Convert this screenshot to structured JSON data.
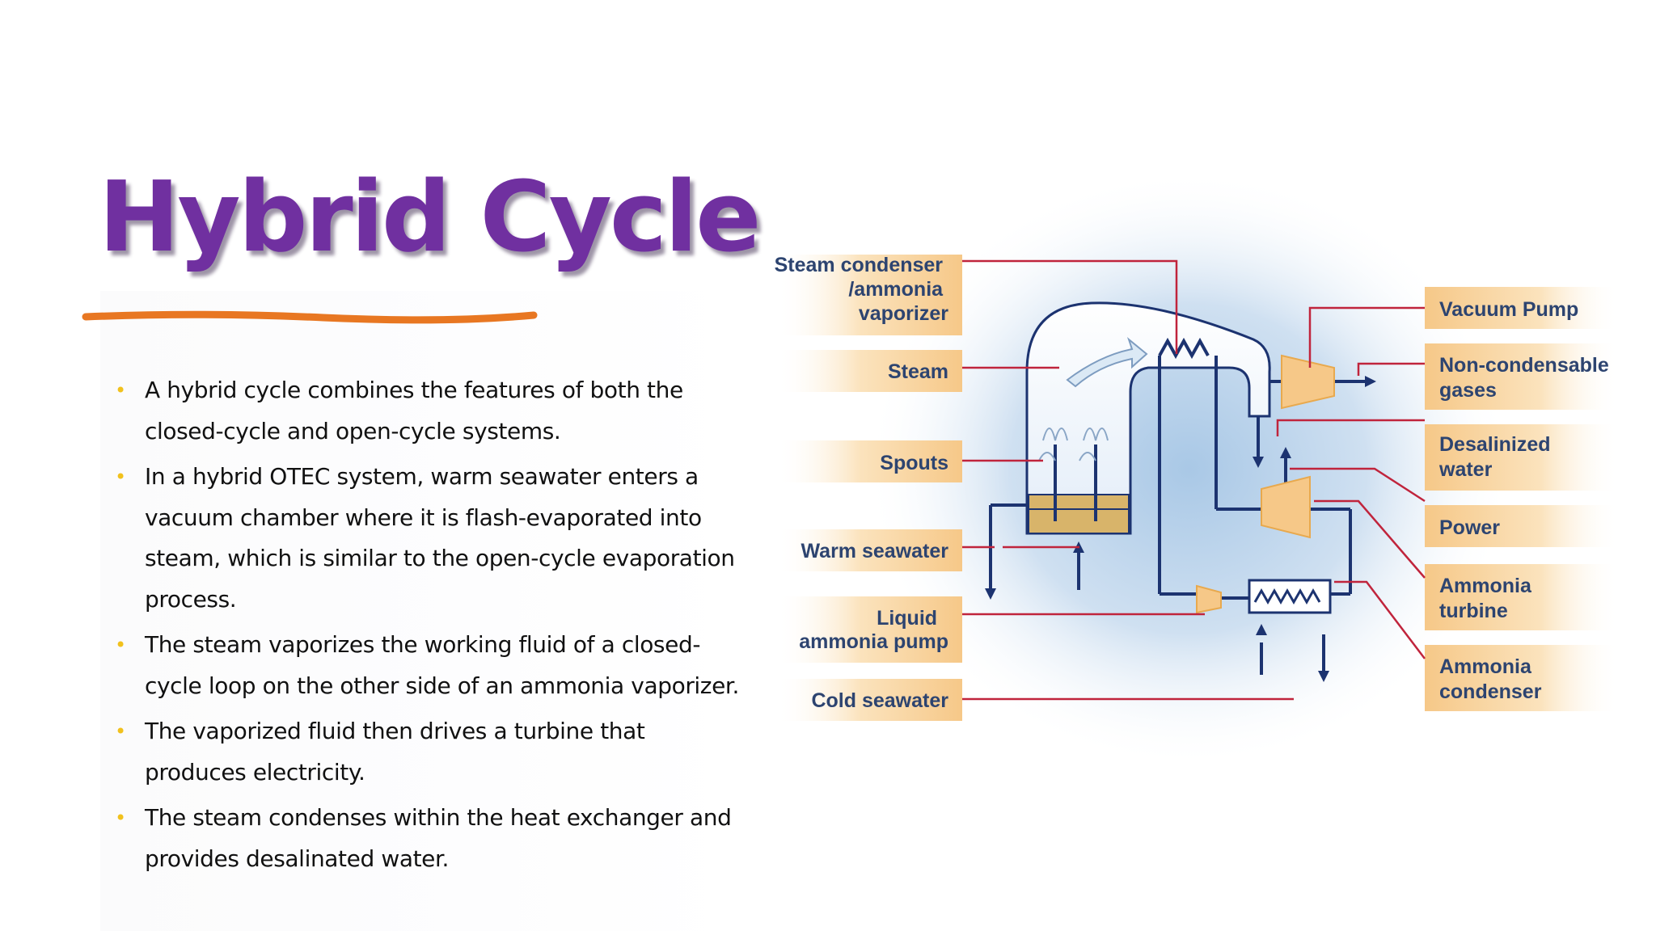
{
  "slide": {
    "title": "Hybrid Cycle",
    "bullets": [
      [
        "A hybrid cycle combines the features of both the",
        "closed-cycle and open-cycle systems."
      ],
      [
        "In a hybrid OTEC system, warm seawater enters a",
        "vacuum chamber where it is flash-evaporated into",
        "steam, which is similar to the open-cycle evaporation",
        "process."
      ],
      [
        "The steam vaporizes the working fluid of a closed-",
        "cycle loop on the other side of an ammonia vaporizer."
      ],
      [
        "The vaporized fluid then drives a turbine that",
        "produces electricity."
      ],
      [
        "The steam condenses within the heat exchanger and",
        "provides desalinated water."
      ]
    ]
  },
  "diagram": {
    "left_labels": {
      "steam_condenser": [
        "Steam condenser",
        "/ammonia",
        "vaporizer"
      ],
      "steam": [
        "Steam"
      ],
      "spouts": [
        "Spouts"
      ],
      "warm_seawater": [
        "Warm seawater"
      ],
      "liquid_ammonia_pump": [
        "Liquid",
        "ammonia pump"
      ],
      "cold_seawater": [
        "Cold seawater"
      ]
    },
    "right_labels": {
      "vacuum_pump": [
        "Vacuum Pump"
      ],
      "non_condensable": [
        "Non-condensable",
        "gases"
      ],
      "desalinized_water": [
        "Desalinized",
        "water"
      ],
      "power": [
        "Power"
      ],
      "ammonia_turbine": [
        "Ammonia",
        "turbine"
      ],
      "ammonia_condenser": [
        "Ammonia",
        "condenser"
      ]
    },
    "colors": {
      "title": "#7030a0",
      "underline": "#e87722",
      "bullet": "#f1c11d",
      "label_box": "#f6c888",
      "label_text": "#2d4470",
      "leader_line": "#c0243c",
      "pipe": "#1c3370"
    }
  }
}
